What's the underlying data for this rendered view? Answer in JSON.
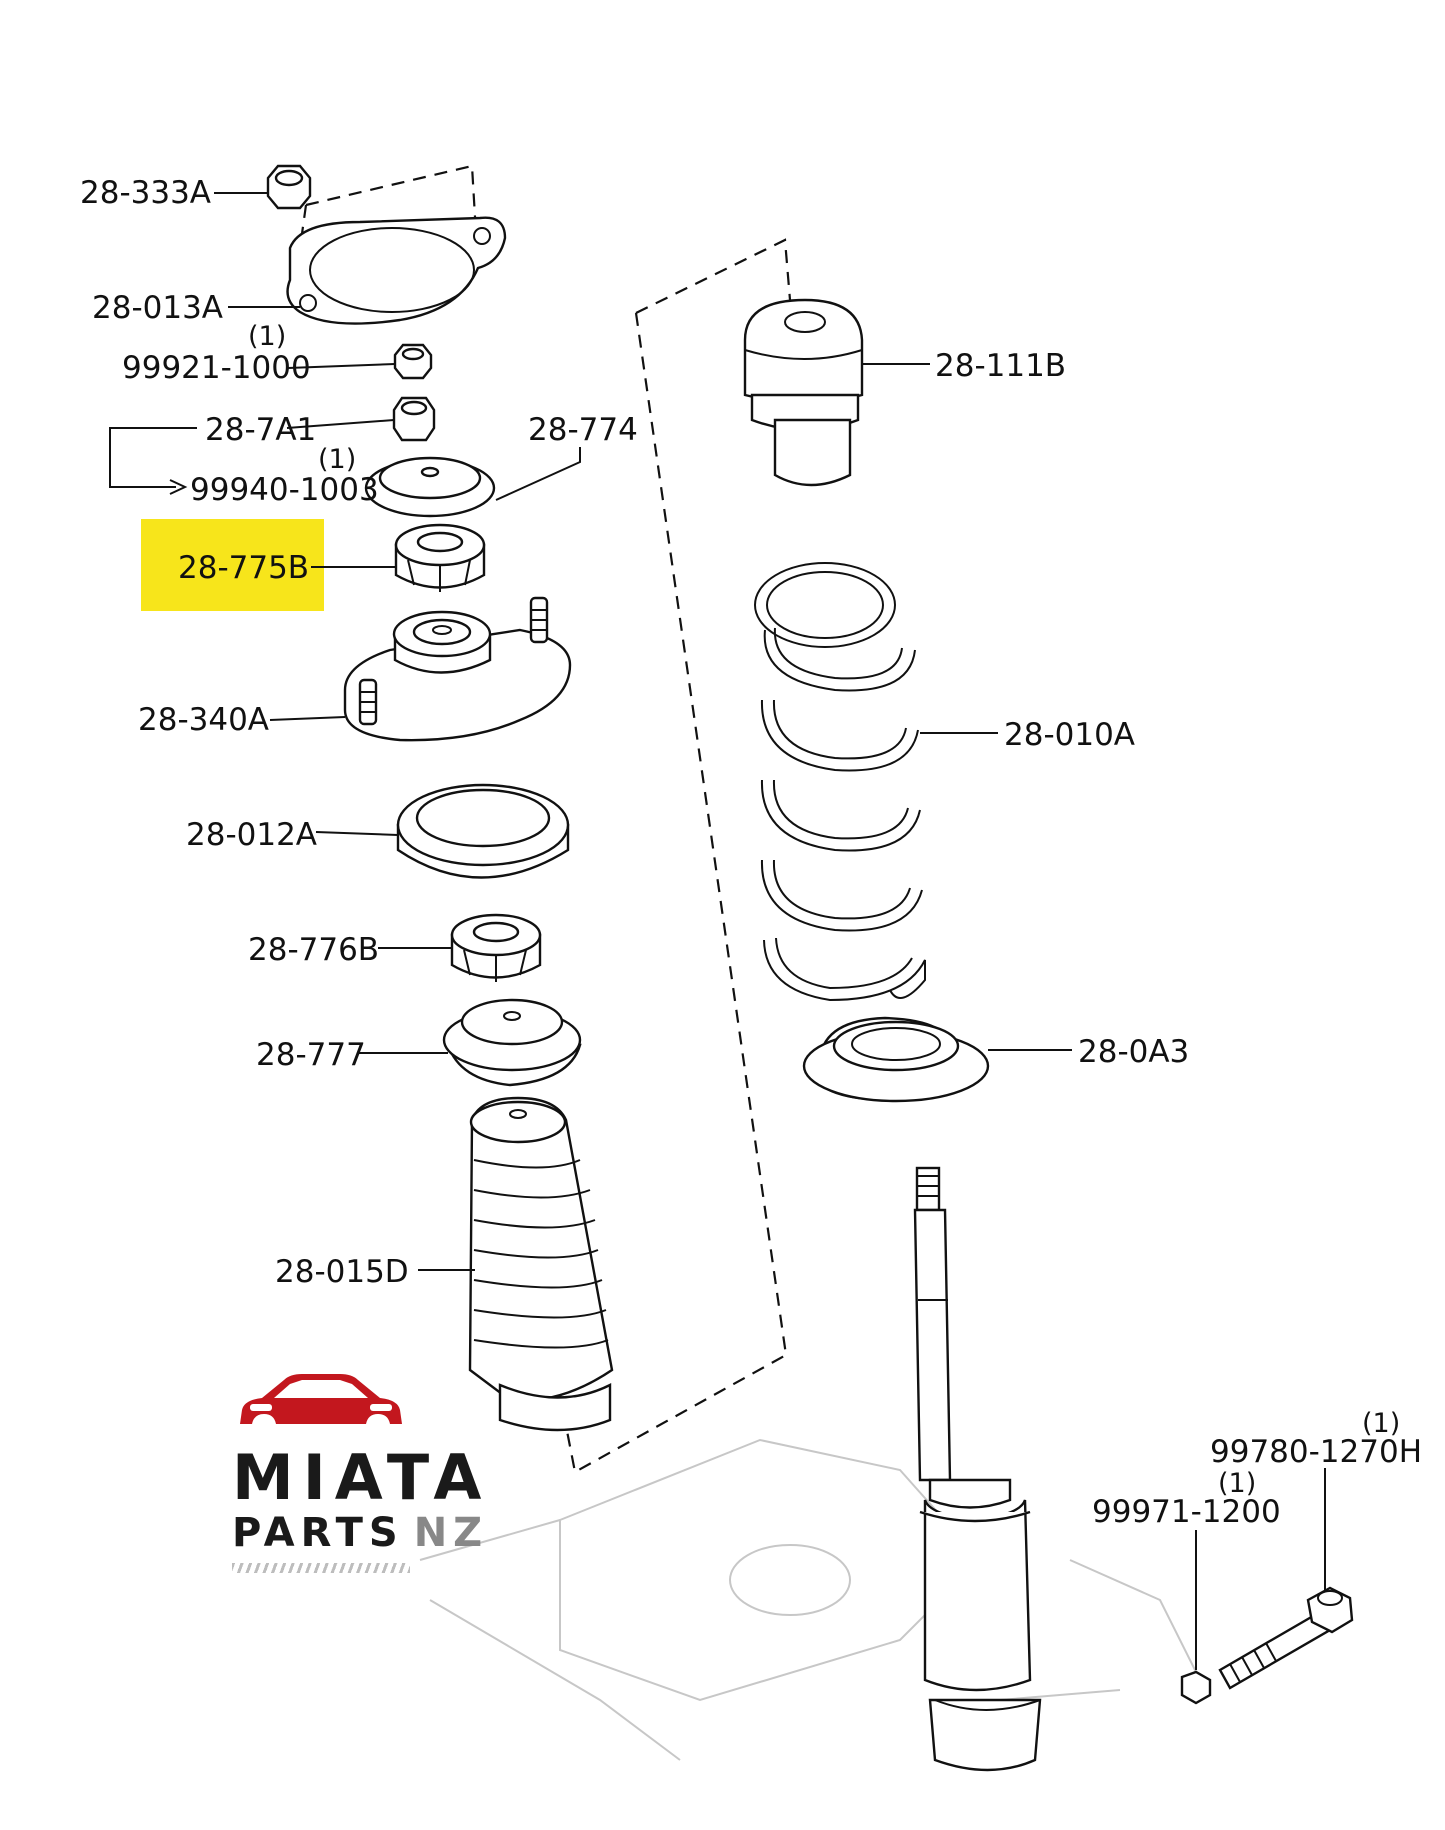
{
  "highlight": {
    "part": "28-775B",
    "color": "#F7E51B"
  },
  "brand": {
    "line1": "MIATA",
    "line2_a": "PARTS",
    "line2_b": "NZ",
    "car_color": "#C3171E",
    "icon": "car-icon"
  },
  "labels": [
    {
      "id": "28-333A",
      "text": "28-333A",
      "qty": ""
    },
    {
      "id": "28-013A",
      "text": "28-013A",
      "qty": ""
    },
    {
      "id": "99921-1000",
      "text": "99921-1000",
      "qty": "(1)"
    },
    {
      "id": "28-7A1",
      "text": "28-7A1",
      "qty": ""
    },
    {
      "id": "99940-1003",
      "text": "99940-1003",
      "qty": "(1)"
    },
    {
      "id": "28-774",
      "text": "28-774",
      "qty": ""
    },
    {
      "id": "28-775B",
      "text": "28-775B",
      "qty": ""
    },
    {
      "id": "28-340A",
      "text": "28-340A",
      "qty": ""
    },
    {
      "id": "28-012A",
      "text": "28-012A",
      "qty": ""
    },
    {
      "id": "28-776B",
      "text": "28-776B",
      "qty": ""
    },
    {
      "id": "28-777",
      "text": "28-777",
      "qty": ""
    },
    {
      "id": "28-015D",
      "text": "28-015D",
      "qty": ""
    },
    {
      "id": "28-111B",
      "text": "28-111B",
      "qty": ""
    },
    {
      "id": "28-010A",
      "text": "28-010A",
      "qty": ""
    },
    {
      "id": "28-0A3",
      "text": "28-0A3",
      "qty": ""
    },
    {
      "id": "99780-1270H",
      "text": "99780-1270H",
      "qty": "(1)"
    },
    {
      "id": "99971-1200",
      "text": "99971-1200",
      "qty": "(1)"
    }
  ]
}
